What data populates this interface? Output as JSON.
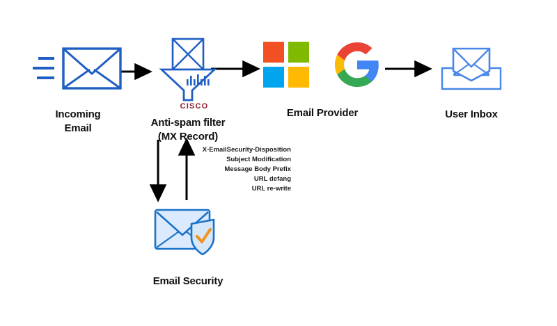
{
  "diagram": {
    "title": "Email flow through anti-spam filter to user inbox",
    "background": "#ffffff",
    "colors": {
      "envelope_blue": "#1f5fc4",
      "inbox_blue": "#4a86e8",
      "arrow_black": "#000000",
      "cisco_red": "#8b1b2b",
      "cisco_bar_blue": "#1f5fc4",
      "shield_blue": "#1a73c8",
      "shield_fill": "#d6e7fa",
      "check_orange": "#f09220",
      "ms_red": "#f25022",
      "ms_green": "#7fba00",
      "ms_blue": "#00a4ef",
      "ms_yellow": "#ffb900",
      "google_red": "#ea4335",
      "google_yellow": "#fbbc05",
      "google_green": "#34a853",
      "google_blue": "#4285f4",
      "text_black": "#111111"
    },
    "nodes": [
      {
        "id": "incoming-email",
        "label": "Incoming\nEmail",
        "icon": "envelope-incoming-icon"
      },
      {
        "id": "anti-spam-filter",
        "label": "Anti-spam filter\n(MX Record)",
        "icon": "cisco-funnel-filter-icon",
        "brand": "CISCO"
      },
      {
        "id": "email-provider",
        "label": "Email Provider",
        "icons": [
          "microsoft-logo-icon",
          "google-logo-icon"
        ]
      },
      {
        "id": "user-inbox",
        "label": "User Inbox",
        "icon": "inbox-tray-envelope-icon"
      },
      {
        "id": "email-security",
        "label": "Email Security",
        "icon": "envelope-shield-check-icon"
      }
    ],
    "arrows": [
      {
        "id": "arrow-incoming-to-filter",
        "direction": "right"
      },
      {
        "id": "arrow-filter-to-provider",
        "direction": "right"
      },
      {
        "id": "arrow-provider-to-inbox",
        "direction": "right"
      },
      {
        "id": "arrow-filter-to-security",
        "direction": "down"
      },
      {
        "id": "arrow-security-to-filter",
        "direction": "up"
      }
    ],
    "annotations": {
      "name": "email-security-actions",
      "items": [
        "X-EmailSecurity-Disposition",
        "Subject Modification",
        "Message Body Prefix",
        "URL defang",
        "URL re-write"
      ]
    }
  }
}
